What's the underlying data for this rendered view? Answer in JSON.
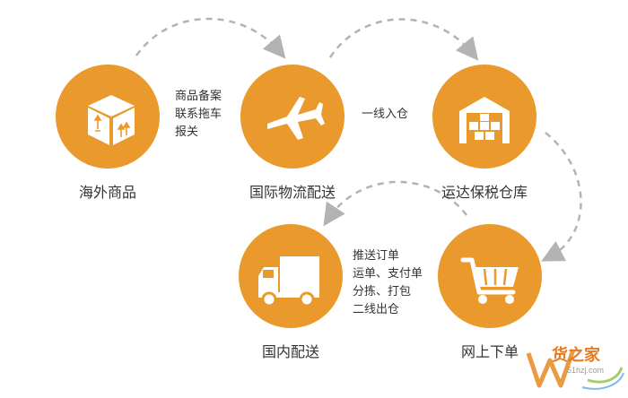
{
  "nodes": [
    {
      "label": "海外商品",
      "icon": "box-icon"
    },
    {
      "label": "国际物流配送",
      "icon": "airplane-icon"
    },
    {
      "label": "运达保税仓库",
      "icon": "warehouse-icon"
    },
    {
      "label": "网上下单",
      "icon": "shopping-cart-icon"
    },
    {
      "label": "国内配送",
      "icon": "truck-icon"
    }
  ],
  "notes": {
    "step1": [
      "商品备案",
      "联系拖车",
      "报关"
    ],
    "step2": [
      "一线入仓"
    ],
    "step4": [
      "推送订单",
      "运单、支付单",
      "分拣、打包",
      "二线出仓"
    ]
  },
  "watermark": {
    "text": "货之家",
    "url": "51hzj.com"
  },
  "colors": {
    "accent": "#ea992d",
    "arrow": "#b3b3b3",
    "text": "#333333"
  }
}
